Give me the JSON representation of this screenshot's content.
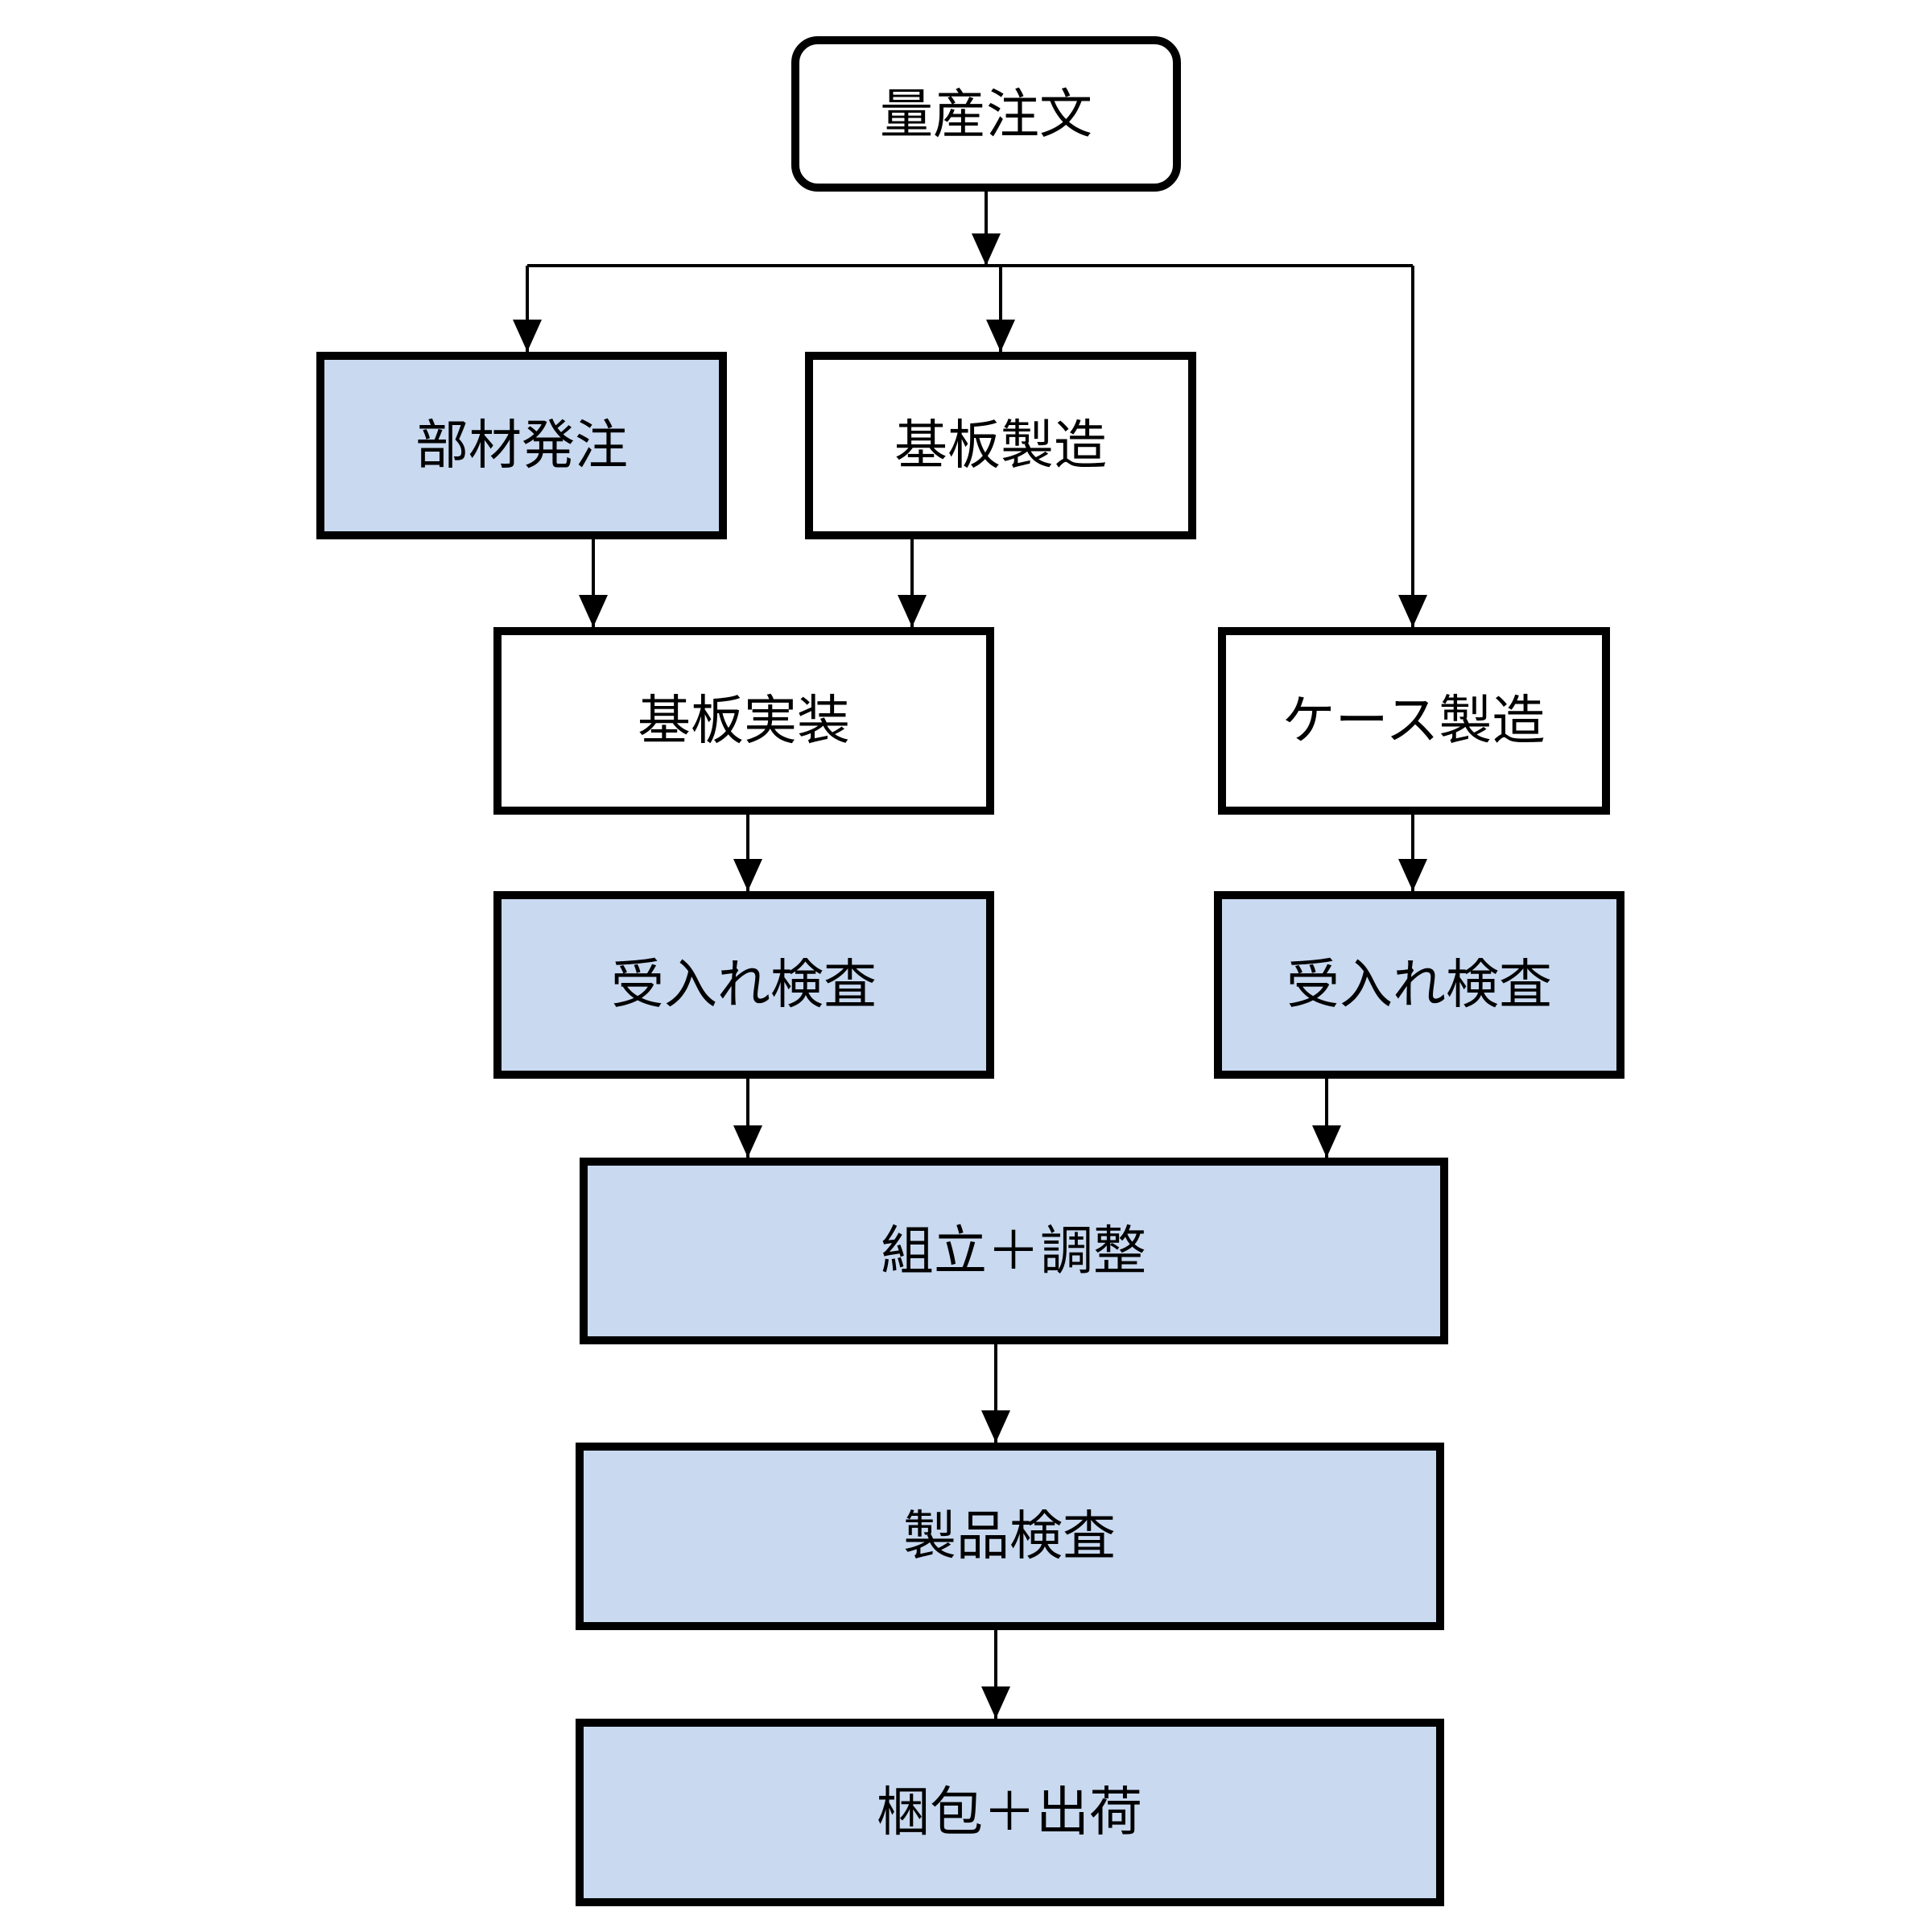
{
  "colors": {
    "highlight_fill": "#c8d9f0",
    "plain_fill": "#ffffff",
    "stroke": "#000000"
  },
  "nodes": {
    "order": {
      "label": "量産注文"
    },
    "parts": {
      "label": "部材発注"
    },
    "pcb_make": {
      "label": "基板製造"
    },
    "pcb_mount": {
      "label": "基板実装"
    },
    "case_make": {
      "label": "ケース製造"
    },
    "inspect_pcb": {
      "label": "受入れ検査"
    },
    "inspect_case": {
      "label": "受入れ検査"
    },
    "assembly": {
      "label": "組立＋調整"
    },
    "product_check": {
      "label": "製品検査"
    },
    "ship": {
      "label": "梱包＋出荷"
    }
  }
}
